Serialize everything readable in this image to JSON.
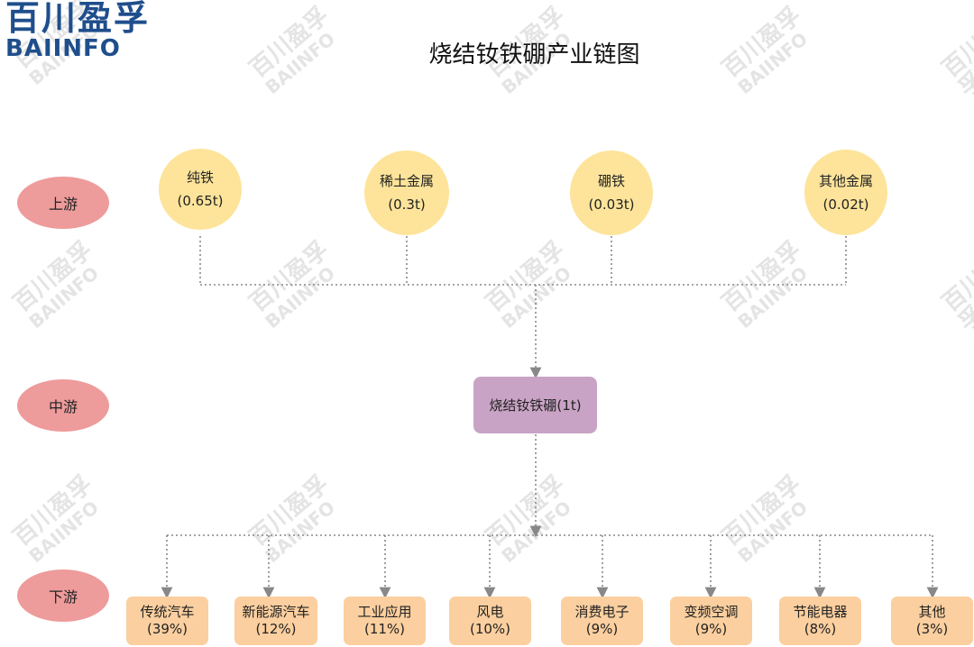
{
  "logo": {
    "chinese": "百川盈孚",
    "english": "BAIINFO"
  },
  "title": "烧结钕铁硼产业链图",
  "stages": {
    "upstream": "上游",
    "midstream": "中游",
    "downstream": "下游"
  },
  "upstream": [
    {
      "name": "纯铁",
      "amount": "(0.65t)"
    },
    {
      "name": "稀土金属",
      "amount": "(0.3t)"
    },
    {
      "name": "硼铁",
      "amount": "(0.03t)"
    },
    {
      "name": "其他金属",
      "amount": "(0.02t)"
    }
  ],
  "midstream": {
    "name": "烧结钕铁硼(1t)"
  },
  "downstream": [
    {
      "name": "传统汽车",
      "share": "(39%)"
    },
    {
      "name": "新能源汽车",
      "share": "(12%)"
    },
    {
      "name": "工业应用",
      "share": "(11%)"
    },
    {
      "name": "风电",
      "share": "(10%)"
    },
    {
      "name": "消费电子",
      "share": "(9%)"
    },
    {
      "name": "变频空调",
      "share": "(9%)"
    },
    {
      "name": "节能电器",
      "share": "(8%)"
    },
    {
      "name": "其他",
      "share": "(3%)"
    }
  ],
  "colors": {
    "brand": "#1f4e8c",
    "stage_fill": "#ee9b9b",
    "upstream_fill": "#fde49a",
    "midstream_fill": "#c9a3c5",
    "downstream_fill": "#fbcf9f",
    "connector": "#888888"
  }
}
